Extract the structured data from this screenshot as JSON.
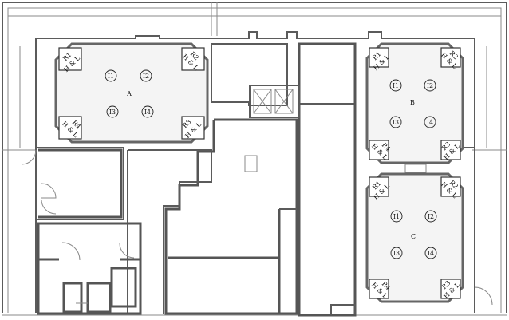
{
  "rooms": [
    {
      "name": "A",
      "corners": [
        {
          "id": "R1",
          "tag": "H & L"
        },
        {
          "id": "R2",
          "tag": "H & L"
        },
        {
          "id": "R4",
          "tag": "H & L"
        },
        {
          "id": "R3",
          "tag": "H & L"
        }
      ],
      "items": [
        "I1",
        "I2",
        "I3",
        "I4"
      ]
    },
    {
      "name": "B",
      "corners": [
        {
          "id": "R1",
          "tag": "H & L"
        },
        {
          "id": "R2",
          "tag": "H & L"
        },
        {
          "id": "R4",
          "tag": "H & L"
        },
        {
          "id": "R3",
          "tag": "H & L"
        }
      ],
      "items": [
        "I1",
        "I2",
        "I3",
        "I4"
      ]
    },
    {
      "name": "C",
      "corners": [
        {
          "id": "R1",
          "tag": "H & L"
        },
        {
          "id": "R2",
          "tag": "H & L"
        },
        {
          "id": "R4",
          "tag": "H & L"
        },
        {
          "id": "R3",
          "tag": "H & L"
        }
      ],
      "items": [
        "I1",
        "I2",
        "I3",
        "I4"
      ]
    }
  ]
}
